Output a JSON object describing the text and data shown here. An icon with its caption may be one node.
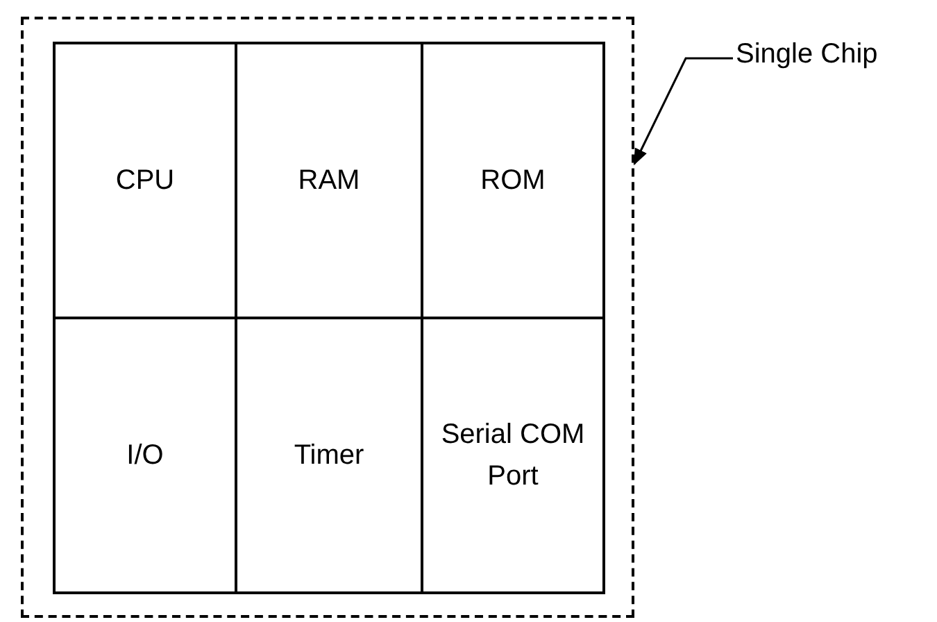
{
  "diagram": {
    "nodes": [
      {
        "text": [],
        "shape": "box"
      },
      {
        "text": [
          "CPU"
        ],
        "in": 0
      },
      {
        "text": [
          "RAM"
        ],
        "in": 0
      },
      {
        "text": [
          "ROM"
        ],
        "in": 0
      },
      {
        "text": [
          "I/O"
        ],
        "in": 0
      },
      {
        "text": [
          "Timer"
        ],
        "in": 0
      },
      {
        "text": [
          "Serial COM Port"
        ],
        "in": 0
      },
      {
        "text": [
          "Single Chip"
        ]
      }
    ],
    "edges": [
      {
        "from": 7,
        "to": 0,
        "arrow": "to"
      }
    ]
  }
}
